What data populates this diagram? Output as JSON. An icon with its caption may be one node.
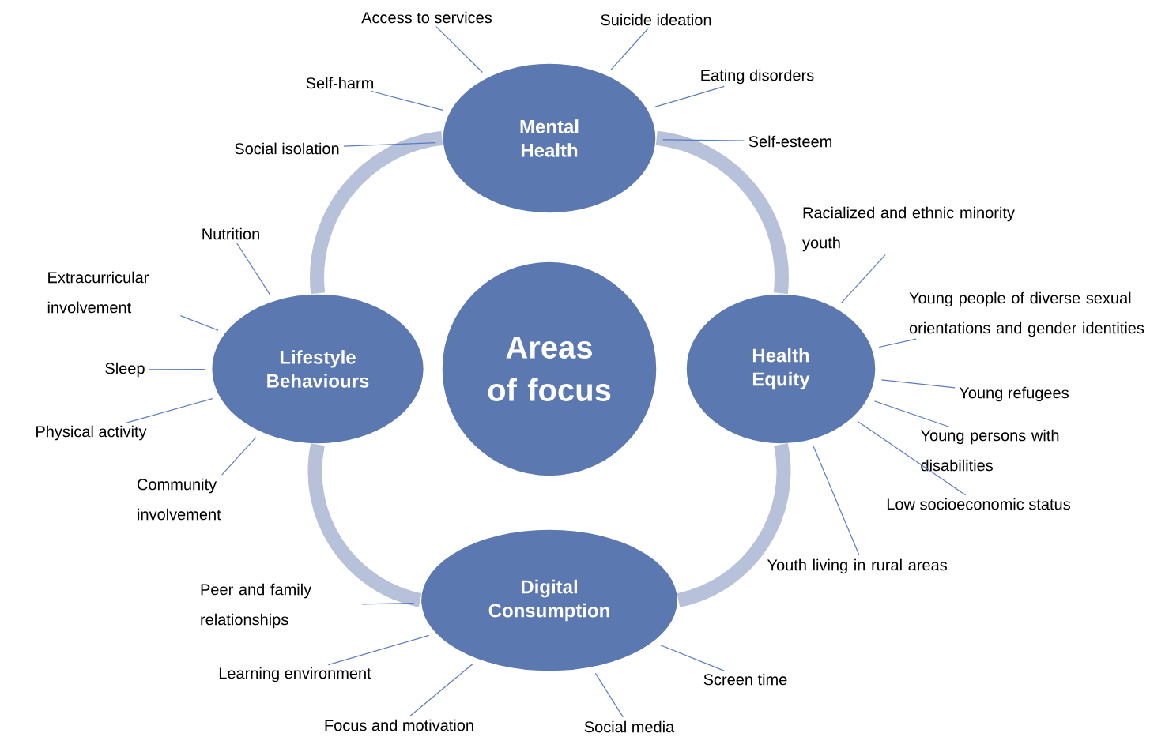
{
  "diagram": {
    "nodes": [
      {
        "text": [
          "Mental Health"
        ]
      },
      {
        "text": [
          "Lifestyle Behaviours"
        ]
      },
      {
        "text": [
          "Areas of focus"
        ]
      },
      {
        "text": [
          "Health Equity"
        ]
      },
      {
        "text": [
          "Digital Consumption"
        ]
      },
      {
        "text": [
          "Access to services"
        ]
      },
      {
        "text": [
          "Suicide ideation"
        ]
      },
      {
        "text": [
          "Self-harm"
        ]
      },
      {
        "text": [
          "Eating disorders"
        ]
      },
      {
        "text": [
          "Social isolation"
        ]
      },
      {
        "text": [
          "Self-esteem"
        ]
      },
      {
        "text": [
          "Racialized and ethnic minority youth"
        ]
      },
      {
        "text": [
          "Young people of diverse sexual orientations and gender identities"
        ]
      },
      {
        "text": [
          "Young refugees"
        ]
      },
      {
        "text": [
          "Young persons with disabilities"
        ]
      },
      {
        "text": [
          "Low socioeconomic status"
        ]
      },
      {
        "text": [
          "Youth living in rural areas"
        ]
      },
      {
        "text": [
          "Nutrition"
        ]
      },
      {
        "text": [
          "Extracurricular involvement"
        ]
      },
      {
        "text": [
          "Sleep"
        ]
      },
      {
        "text": [
          "Physical activity"
        ]
      },
      {
        "text": [
          "Community involvement"
        ]
      },
      {
        "text": [
          "Peer and family relationships"
        ]
      },
      {
        "text": [
          "Learning environment"
        ]
      },
      {
        "text": [
          "Screen time"
        ]
      },
      {
        "text": [
          "Focus and motivation"
        ]
      },
      {
        "text": [
          "Social media"
        ]
      }
    ],
    "edges": [
      {
        "from": 0,
        "to": 3,
        "arrow": "none",
        "style": "thick",
        "color": "#b7c1d9"
      },
      {
        "from": 3,
        "to": 4,
        "arrow": "none",
        "style": "thick",
        "color": "#b7c1d9"
      },
      {
        "from": 4,
        "to": 1,
        "arrow": "none",
        "style": "thick",
        "color": "#b7c1d9"
      },
      {
        "from": 1,
        "to": 0,
        "arrow": "none",
        "style": "thick",
        "color": "#b7c1d9"
      },
      {
        "from": 5,
        "to": 0,
        "arrow": "none"
      },
      {
        "from": 6,
        "to": 0,
        "arrow": "none"
      },
      {
        "from": 7,
        "to": 0,
        "arrow": "none"
      },
      {
        "from": 8,
        "to": 0,
        "arrow": "none"
      },
      {
        "from": 9,
        "to": 0,
        "arrow": "none"
      },
      {
        "from": 10,
        "to": 0,
        "arrow": "none"
      },
      {
        "from": 11,
        "to": 3,
        "arrow": "none"
      },
      {
        "from": 12,
        "to": 3,
        "arrow": "none"
      },
      {
        "from": 13,
        "to": 3,
        "arrow": "none"
      },
      {
        "from": 14,
        "to": 3,
        "arrow": "none"
      },
      {
        "from": 15,
        "to": 3,
        "arrow": "none"
      },
      {
        "from": 16,
        "to": 3,
        "arrow": "none"
      },
      {
        "from": 17,
        "to": 1,
        "arrow": "none"
      },
      {
        "from": 18,
        "to": 1,
        "arrow": "none"
      },
      {
        "from": 19,
        "to": 1,
        "arrow": "none"
      },
      {
        "from": 20,
        "to": 1,
        "arrow": "none"
      },
      {
        "from": 21,
        "to": 1,
        "arrow": "none"
      },
      {
        "from": 22,
        "to": 4,
        "arrow": "none"
      },
      {
        "from": 23,
        "to": 4,
        "arrow": "none"
      },
      {
        "from": 24,
        "to": 4,
        "arrow": "none"
      },
      {
        "from": 25,
        "to": 4,
        "arrow": "none"
      },
      {
        "from": 26,
        "to": 4,
        "arrow": "none"
      }
    ]
  }
}
